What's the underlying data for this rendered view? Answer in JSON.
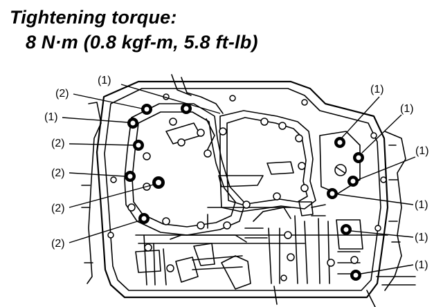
{
  "heading": {
    "line1": "Tightening torque:",
    "line2": "8 N·m (0.8 kgf-m, 5.8 ft-lb)"
  },
  "callouts": [
    {
      "id": "c1",
      "text": "(1)"
    },
    {
      "id": "c2",
      "text": "(2)"
    },
    {
      "id": "c3",
      "text": "(1)"
    },
    {
      "id": "c4",
      "text": "(2)"
    },
    {
      "id": "c5",
      "text": "(2)"
    },
    {
      "id": "c6",
      "text": "(2)"
    },
    {
      "id": "c7",
      "text": "(2)"
    },
    {
      "id": "c8",
      "text": "(1)"
    },
    {
      "id": "c9",
      "text": "(1)"
    },
    {
      "id": "c10",
      "text": "(1)"
    },
    {
      "id": "c11",
      "text": "(1)"
    },
    {
      "id": "c12",
      "text": "(1)"
    },
    {
      "id": "c13",
      "text": "(1)"
    }
  ]
}
